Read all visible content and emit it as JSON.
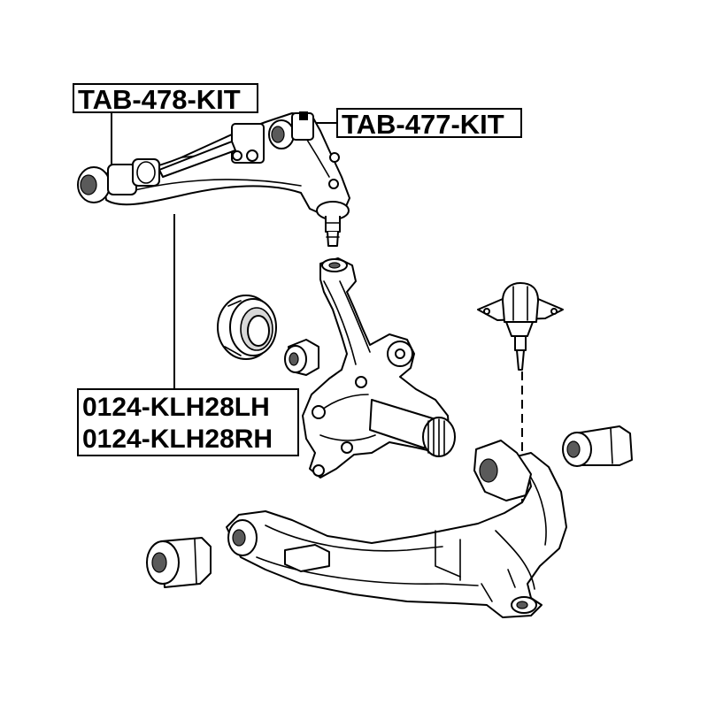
{
  "labels": {
    "upper_arm_bushing": "TAB-478-KIT",
    "upper_arm_bushing_small": "TAB-477-KIT",
    "lower_arm_bushing_left": "0124-KLH28LH",
    "lower_arm_bushing_right": "0124-KLH28RH"
  }
}
